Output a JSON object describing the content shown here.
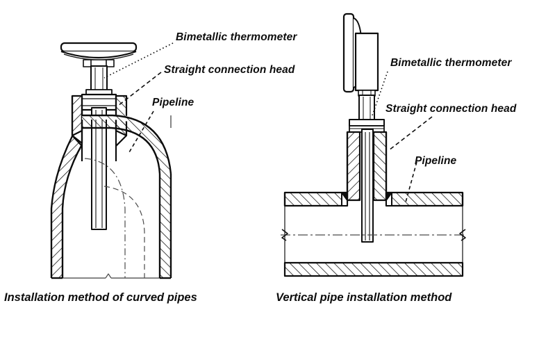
{
  "figure": {
    "background_color": "#ffffff",
    "ink_color": "#0d0d0d",
    "title_absent": true
  },
  "left_diagram": {
    "name": "curved-pipe-installation",
    "caption": "Installation method of curved pipes",
    "labels": {
      "thermometer": "Bimetallic thermometer",
      "connection_head": "Straight connection head",
      "pipeline": "Pipeline"
    },
    "parts": [
      "dial-head-edge-view",
      "stem",
      "straight-connection-head",
      "thermowell-probe",
      "elbow-pipe-90-degree"
    ]
  },
  "right_diagram": {
    "name": "vertical-pipe-installation",
    "caption": "Vertical pipe installation method",
    "labels": {
      "thermometer": "Bimetallic thermometer",
      "connection_head": "Straight connection head",
      "pipeline": "Pipeline"
    },
    "parts": [
      "dial-head-side-view",
      "stem",
      "straight-connection-head",
      "thermowell-probe",
      "straight-pipe-horizontal",
      "break-symbol-left",
      "break-symbol-right",
      "pipe-centerline"
    ]
  }
}
